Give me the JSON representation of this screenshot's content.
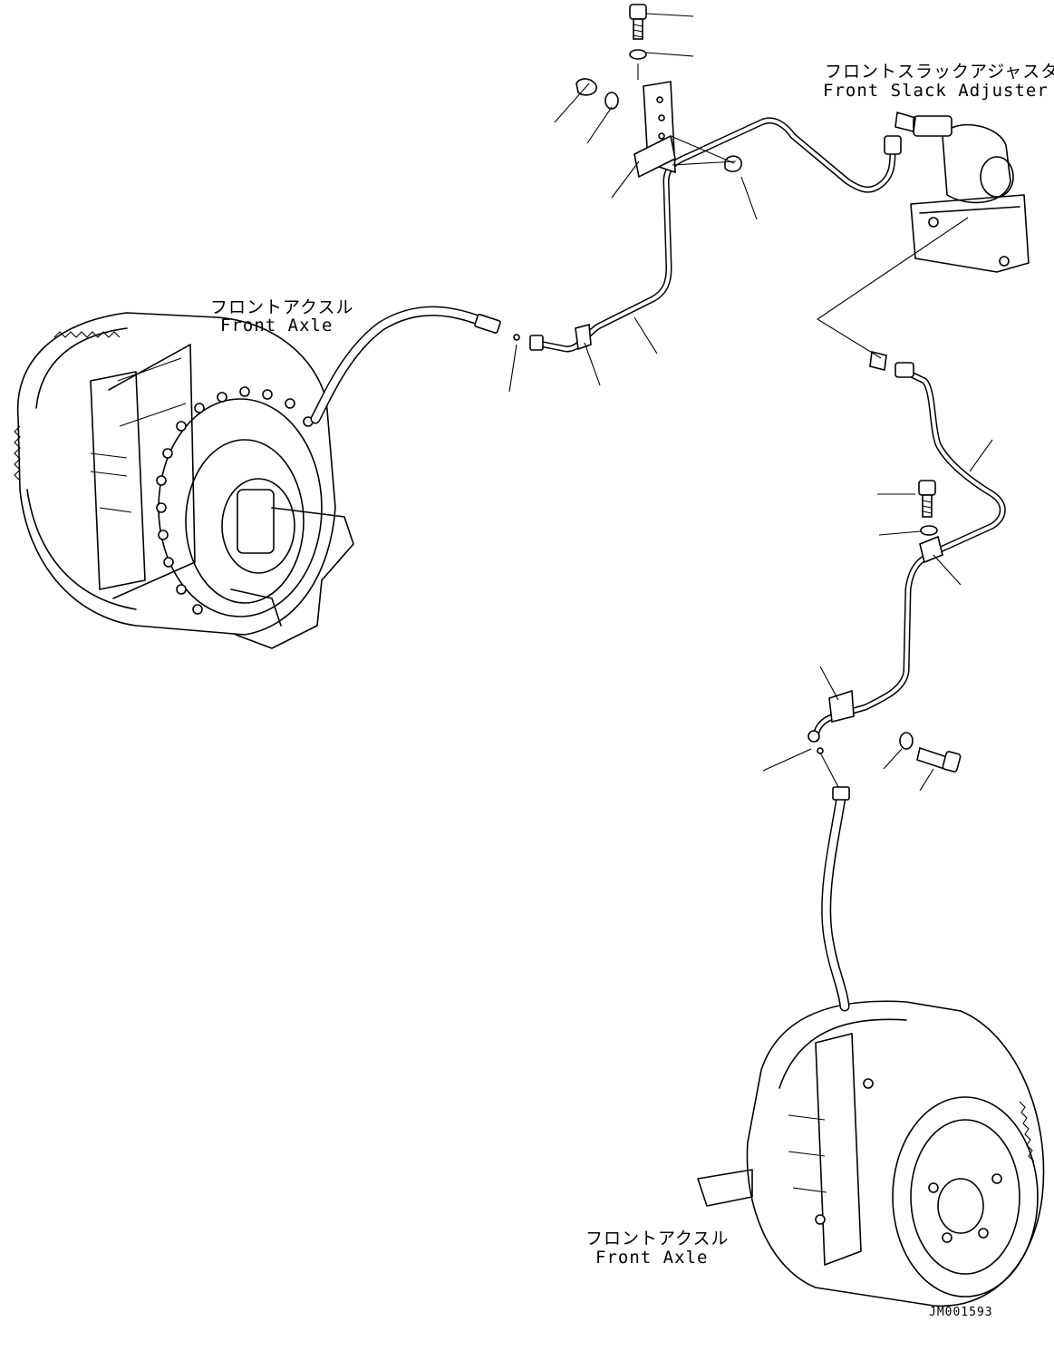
{
  "labels": {
    "slack_adjuster_jp": "フロントスラックアジャスタ",
    "slack_adjuster_en": "Front Slack Adjuster",
    "front_axle_top_jp": "フロントアクスル",
    "front_axle_top_en": "Front Axle",
    "front_axle_bottom_jp": "フロントアクスル",
    "front_axle_bottom_en": "Front Axle",
    "drawing_code": "JM001593"
  },
  "icons": [
    "bolt-icon",
    "washer-icon",
    "nut-icon",
    "clamp-icon",
    "bracket-icon",
    "elbow-fitting-icon"
  ]
}
